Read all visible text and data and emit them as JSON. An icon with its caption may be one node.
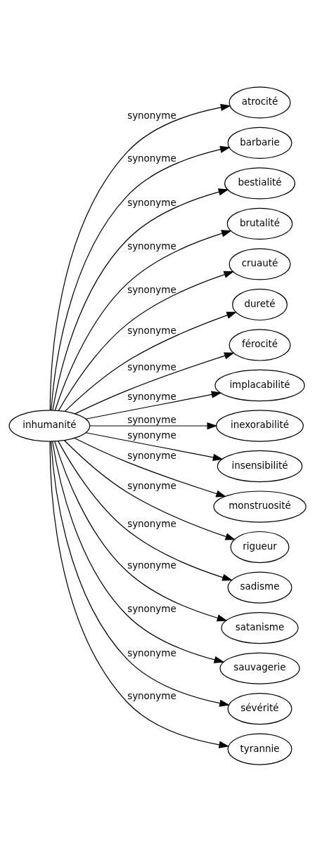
{
  "diagram": {
    "nodes": [
      {
        "text": [
          "inhumanité"
        ]
      },
      {
        "text": [
          "atrocité"
        ]
      },
      {
        "text": [
          "barbarie"
        ]
      },
      {
        "text": [
          "bestialité"
        ]
      },
      {
        "text": [
          "brutalité"
        ]
      },
      {
        "text": [
          "cruauté"
        ]
      },
      {
        "text": [
          "dureté"
        ]
      },
      {
        "text": [
          "férocité"
        ]
      },
      {
        "text": [
          "implacabilité"
        ]
      },
      {
        "text": [
          "inexorabilité"
        ]
      },
      {
        "text": [
          "insensibilité"
        ]
      },
      {
        "text": [
          "monstruosité"
        ]
      },
      {
        "text": [
          "rigueur"
        ]
      },
      {
        "text": [
          "sadisme"
        ]
      },
      {
        "text": [
          "satanisme"
        ]
      },
      {
        "text": [
          "sauvagerie"
        ]
      },
      {
        "text": [
          "sévérité"
        ]
      },
      {
        "text": [
          "tyrannie"
        ]
      }
    ],
    "edges": [
      {
        "from": 0,
        "to": 1,
        "arrow": "to",
        "label": "synonyme"
      },
      {
        "from": 0,
        "to": 2,
        "arrow": "to",
        "label": "synonyme"
      },
      {
        "from": 0,
        "to": 3,
        "arrow": "to",
        "label": "synonyme"
      },
      {
        "from": 0,
        "to": 4,
        "arrow": "to",
        "label": "synonyme"
      },
      {
        "from": 0,
        "to": 5,
        "arrow": "to",
        "label": "synonyme"
      },
      {
        "from": 0,
        "to": 6,
        "arrow": "to",
        "label": "synonyme"
      },
      {
        "from": 0,
        "to": 7,
        "arrow": "to",
        "label": "synonyme"
      },
      {
        "from": 0,
        "to": 8,
        "arrow": "to",
        "label": "synonyme"
      },
      {
        "from": 0,
        "to": 9,
        "arrow": "to",
        "label": "synonyme"
      },
      {
        "from": 0,
        "to": 10,
        "arrow": "to",
        "label": "synonyme"
      },
      {
        "from": 0,
        "to": 11,
        "arrow": "to",
        "label": "synonyme"
      },
      {
        "from": 0,
        "to": 12,
        "arrow": "to",
        "label": "synonyme"
      },
      {
        "from": 0,
        "to": 13,
        "arrow": "to",
        "label": "synonyme"
      },
      {
        "from": 0,
        "to": 14,
        "arrow": "to",
        "label": "synonyme"
      },
      {
        "from": 0,
        "to": 15,
        "arrow": "to",
        "label": "synonyme"
      },
      {
        "from": 0,
        "to": 16,
        "arrow": "to",
        "label": "synonyme"
      },
      {
        "from": 0,
        "to": 17,
        "arrow": "to",
        "label": "synonyme"
      }
    ]
  }
}
